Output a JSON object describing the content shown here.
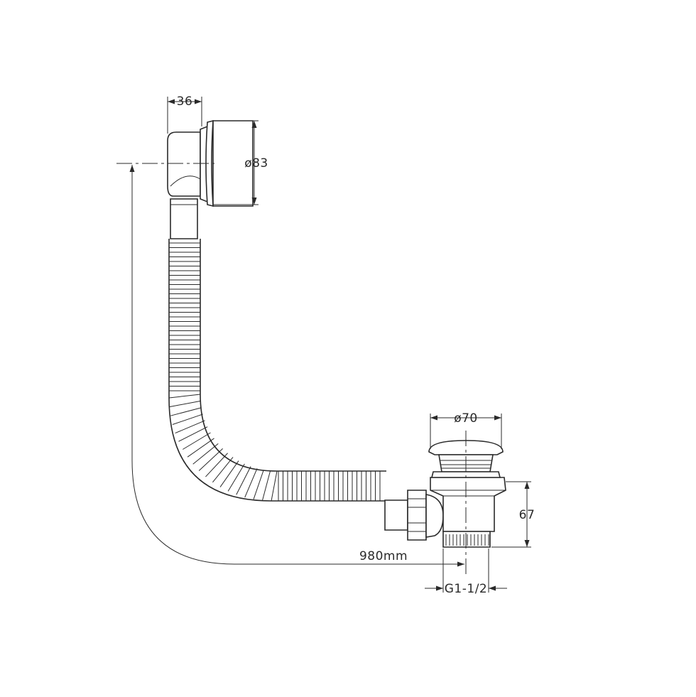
{
  "dimensions": {
    "overflow_depth": "36",
    "overflow_diameter": "ø83",
    "waste_diameter": "ø70",
    "waste_height": "67",
    "cable_length": "980mm",
    "thread": "G1-1/2"
  },
  "colors": {
    "line": "#2a2a2a",
    "background": "#ffffff"
  }
}
